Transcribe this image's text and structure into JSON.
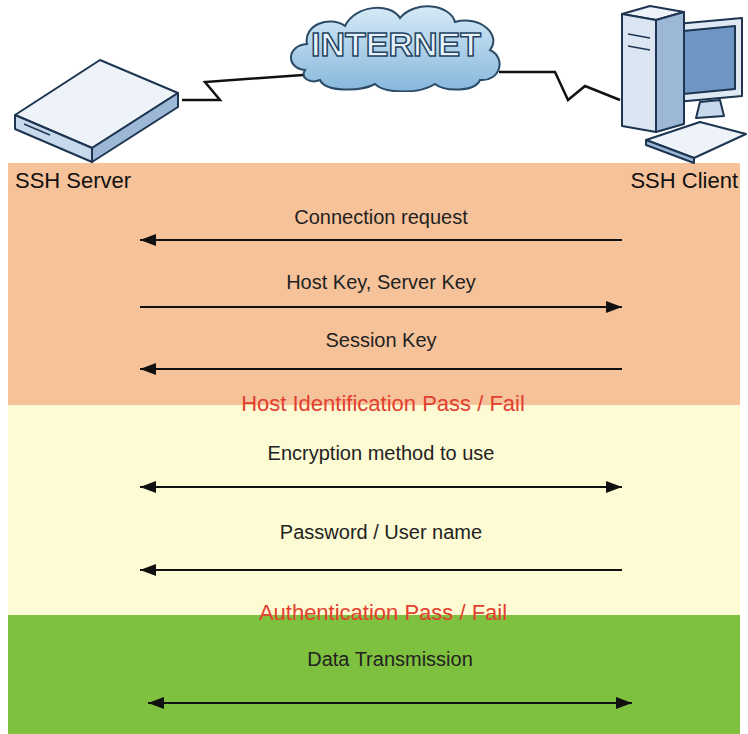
{
  "diagram": {
    "nodes": [
      {
        "text": [
          "SSH Server"
        ]
      },
      {
        "text": [
          "INTERNET"
        ]
      },
      {
        "text": [
          "SSH Client"
        ]
      }
    ],
    "edges": [
      {
        "from": 0,
        "to": 1,
        "arrow": "none"
      },
      {
        "from": 1,
        "to": 2,
        "arrow": "none"
      },
      {
        "from": 2,
        "to": 0,
        "label": "Connection request",
        "arrow": "to"
      },
      {
        "from": 0,
        "to": 2,
        "label": "Host Key, Server Key",
        "arrow": "to"
      },
      {
        "from": 2,
        "to": 0,
        "label": "Session Key",
        "arrow": "to"
      },
      {
        "from": 0,
        "to": 2,
        "label": "Encryption method to use",
        "arrow": "both"
      },
      {
        "from": 2,
        "to": 0,
        "label": "Password / User name",
        "arrow": "to"
      },
      {
        "from": 0,
        "to": 2,
        "label": "Data Transmission",
        "arrow": "both"
      }
    ],
    "labels": [
      "Host Identification Pass / Fail",
      "Authentication Pass / Fail"
    ]
  }
}
